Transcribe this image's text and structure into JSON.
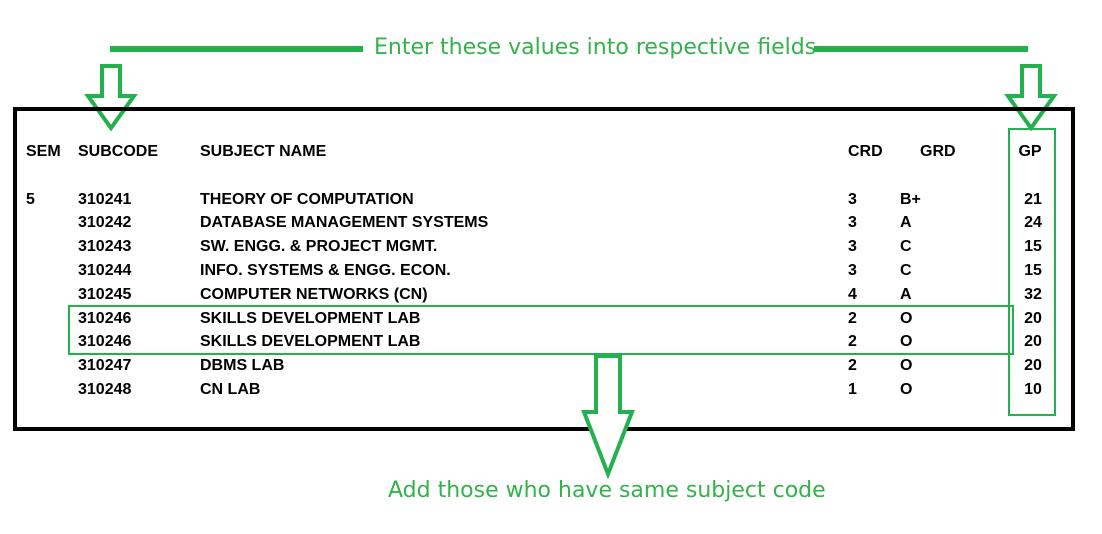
{
  "annotations": {
    "top": "Enter these values into respective fields",
    "bottom": "Add those who have same subject code"
  },
  "colors": {
    "annotation": "#22b14c",
    "frame": "#000000"
  },
  "table": {
    "headers": {
      "sem": "SEM",
      "subcode": "SUBCODE",
      "subject": "SUBJECT NAME",
      "crd": "CRD",
      "grd": "GRD",
      "gp": "GP"
    },
    "semester": "5",
    "rows": [
      {
        "subcode": "310241",
        "subject": "THEORY OF COMPUTATION",
        "crd": "3",
        "grd": "B+",
        "gp": "21"
      },
      {
        "subcode": "310242",
        "subject": "DATABASE MANAGEMENT SYSTEMS",
        "crd": "3",
        "grd": "A",
        "gp": "24"
      },
      {
        "subcode": "310243",
        "subject": "SW. ENGG. & PROJECT MGMT.",
        "crd": "3",
        "grd": "C",
        "gp": "15"
      },
      {
        "subcode": "310244",
        "subject": "INFO. SYSTEMS & ENGG. ECON.",
        "crd": "3",
        "grd": "C",
        "gp": "15"
      },
      {
        "subcode": "310245",
        "subject": "COMPUTER NETWORKS (CN)",
        "crd": "4",
        "grd": "A",
        "gp": "32"
      },
      {
        "subcode": "310246",
        "subject": "SKILLS DEVELOPMENT LAB",
        "crd": "2",
        "grd": "O",
        "gp": "20"
      },
      {
        "subcode": "310246",
        "subject": "SKILLS DEVELOPMENT LAB",
        "crd": "2",
        "grd": "O",
        "gp": "20"
      },
      {
        "subcode": "310247",
        "subject": "DBMS LAB",
        "crd": "2",
        "grd": "O",
        "gp": "20"
      },
      {
        "subcode": "310248",
        "subject": "CN LAB",
        "crd": "1",
        "grd": "O",
        "gp": "10"
      }
    ]
  }
}
